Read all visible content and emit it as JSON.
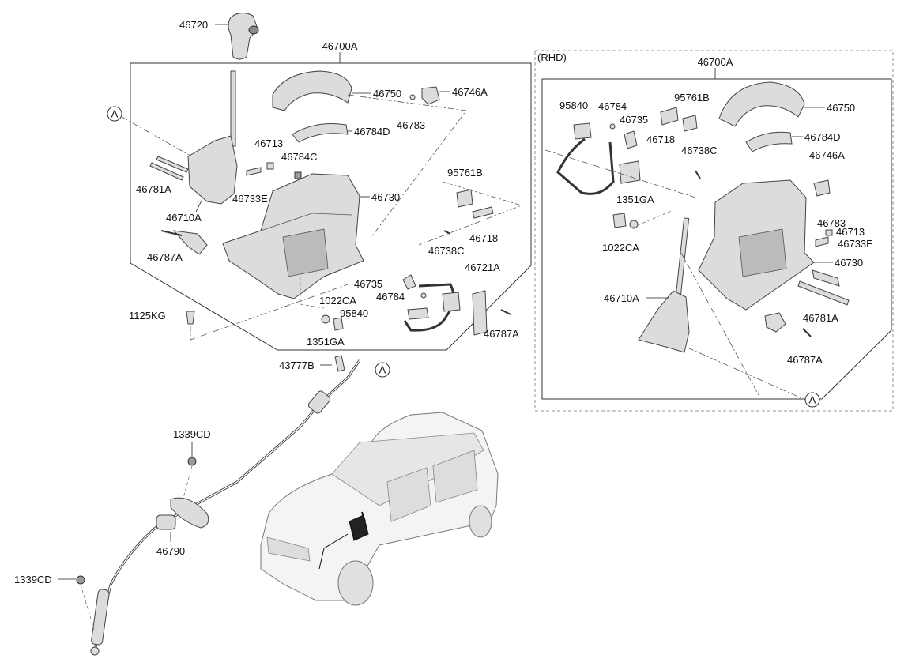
{
  "left_assembly": {
    "group_label": "46700A",
    "parts": {
      "knob": "46720",
      "cover": "46750",
      "cover_clip": "46746A",
      "clip_small": "46783",
      "indicator": "46784D",
      "bush_a": "46713",
      "pin_c": "46784C",
      "pin_bar": "46781A",
      "lever": "46710A",
      "bracket_e": "46733E",
      "housing": "46730",
      "sensor_b": "95761B",
      "clip_18": "46718",
      "bolt_c": "46738C",
      "bolt_a": "46787A",
      "switch": "46735",
      "pin_84": "46784",
      "solenoid": "95840",
      "bracket_a": "46721A",
      "bolt_right": "46787A",
      "bushing": "1022CA",
      "nut": "1351GA",
      "screw": "1125KG"
    },
    "ref_marker": "A"
  },
  "cable_group": {
    "clip": "43777B",
    "marker": "A",
    "nut_upper": "1339CD",
    "bracket": "46790",
    "nut_lower": "1339CD"
  },
  "rhd_assembly": {
    "tag": "(RHD)",
    "group_label": "46700A",
    "parts": {
      "solenoid": "95840",
      "pin_84": "46784",
      "switch": "46735",
      "sensor_b": "95761B",
      "clip_18": "46718",
      "cover": "46750",
      "indicator": "46784D",
      "bolt_c": "46738C",
      "cover_clip": "46746A",
      "nut": "1351GA",
      "bushing": "1022CA",
      "clip_small": "46783",
      "bush_a": "46713",
      "bracket_e": "46733E",
      "housing": "46730",
      "lever": "46710A",
      "pin_bar": "46781A",
      "bolt_a": "46787A"
    },
    "ref_marker": "A"
  },
  "colors": {
    "line": "#333333",
    "part_fill": "#dcdcdc",
    "background": "#ffffff"
  }
}
